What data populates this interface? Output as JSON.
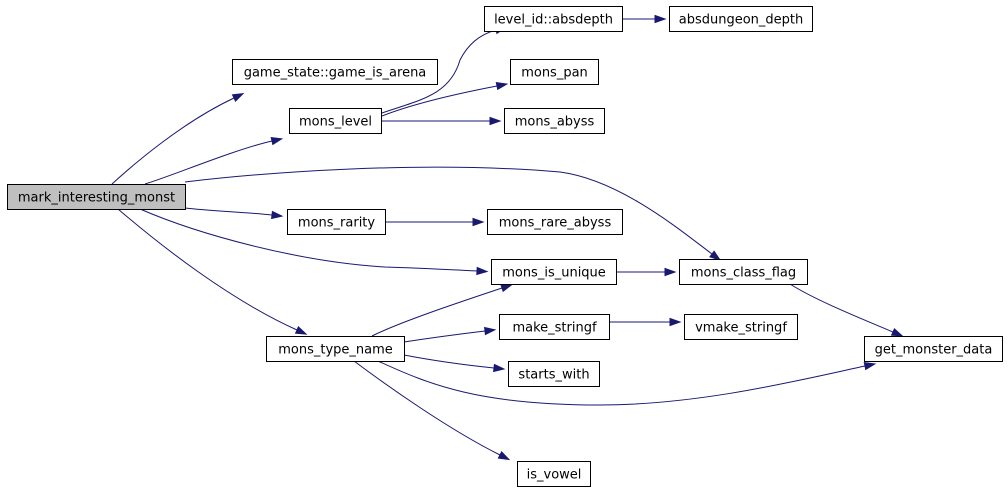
{
  "colors": {
    "edge": "#191970",
    "node_fill": "#ffffff",
    "root_fill": "#bfbfbf",
    "border": "#000000"
  },
  "nodes": [
    {
      "id": "mark_interesting_monst",
      "label": "mark_interesting_monst",
      "root": true
    },
    {
      "id": "game_is_arena",
      "label": "game_state::game_is_arena"
    },
    {
      "id": "mons_level",
      "label": "mons_level"
    },
    {
      "id": "level_id_absdepth",
      "label": "level_id::absdepth"
    },
    {
      "id": "absdungeon_depth",
      "label": "absdungeon_depth"
    },
    {
      "id": "mons_pan",
      "label": "mons_pan"
    },
    {
      "id": "mons_abyss",
      "label": "mons_abyss"
    },
    {
      "id": "mons_rarity",
      "label": "mons_rarity"
    },
    {
      "id": "mons_rare_abyss",
      "label": "mons_rare_abyss"
    },
    {
      "id": "mons_is_unique",
      "label": "mons_is_unique"
    },
    {
      "id": "mons_class_flag",
      "label": "mons_class_flag"
    },
    {
      "id": "mons_type_name",
      "label": "mons_type_name"
    },
    {
      "id": "make_stringf",
      "label": "make_stringf"
    },
    {
      "id": "vmake_stringf",
      "label": "vmake_stringf"
    },
    {
      "id": "starts_with",
      "label": "starts_with"
    },
    {
      "id": "is_vowel",
      "label": "is_vowel"
    },
    {
      "id": "get_monster_data",
      "label": "get_monster_data"
    }
  ],
  "edges": [
    {
      "from": "mark_interesting_monst",
      "to": "game_is_arena"
    },
    {
      "from": "mark_interesting_monst",
      "to": "mons_level"
    },
    {
      "from": "mark_interesting_monst",
      "to": "mons_class_flag"
    },
    {
      "from": "mark_interesting_monst",
      "to": "mons_rarity"
    },
    {
      "from": "mark_interesting_monst",
      "to": "mons_is_unique"
    },
    {
      "from": "mark_interesting_monst",
      "to": "mons_type_name"
    },
    {
      "from": "mons_level",
      "to": "level_id_absdepth"
    },
    {
      "from": "mons_level",
      "to": "mons_pan"
    },
    {
      "from": "mons_level",
      "to": "mons_abyss"
    },
    {
      "from": "level_id_absdepth",
      "to": "absdungeon_depth"
    },
    {
      "from": "mons_rarity",
      "to": "mons_rare_abyss"
    },
    {
      "from": "mons_is_unique",
      "to": "mons_class_flag"
    },
    {
      "from": "mons_class_flag",
      "to": "get_monster_data"
    },
    {
      "from": "mons_type_name",
      "to": "mons_is_unique"
    },
    {
      "from": "mons_type_name",
      "to": "make_stringf"
    },
    {
      "from": "mons_type_name",
      "to": "starts_with"
    },
    {
      "from": "mons_type_name",
      "to": "is_vowel"
    },
    {
      "from": "mons_type_name",
      "to": "get_monster_data"
    },
    {
      "from": "make_stringf",
      "to": "vmake_stringf"
    }
  ]
}
